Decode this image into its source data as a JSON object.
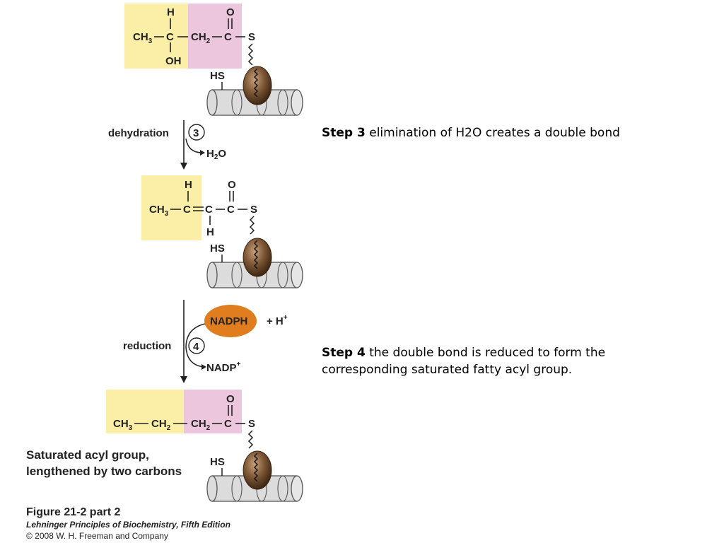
{
  "diagram": {
    "molecule1": {
      "ch3": "CH",
      "ch3_sub": "3",
      "c_alpha": "C",
      "h_top": "H",
      "oh": "OH",
      "ch2": "CH",
      "ch2_sub": "2",
      "c_carbonyl": "C",
      "o": "O",
      "s": "S",
      "hs": "HS"
    },
    "step3": {
      "reaction": "dehydration",
      "number": "3",
      "product": "H",
      "product_sub": "2",
      "product_end": "O"
    },
    "molecule2": {
      "ch3": "CH",
      "ch3_sub": "3",
      "c1": "C",
      "c2": "C",
      "c3": "C",
      "h_top": "H",
      "h_bottom": "H",
      "o": "O",
      "s": "S",
      "hs": "HS"
    },
    "step4": {
      "reaction": "reduction",
      "number": "4",
      "nadph": "NADPH",
      "h_plus": "+ H",
      "h_plus_sup": "+",
      "nadp": "NADP",
      "nadp_sup": "+"
    },
    "molecule3": {
      "ch3": "CH",
      "ch3_sub": "3",
      "ch2a": "CH",
      "ch2a_sub": "2",
      "ch2b": "CH",
      "ch2b_sub": "2",
      "c_carbonyl": "C",
      "o": "O",
      "s": "S",
      "hs": "HS"
    },
    "caption_line1": "Saturated acyl group,",
    "caption_line2": "lengthened by two carbons",
    "figure_label": "Figure 21-2 part 2",
    "book_title": "Lehninger Principles of Biochemistry, Fifth Edition",
    "copyright": "© 2008 W. H. Freeman and Company"
  },
  "steps": [
    {
      "label": "Step 3",
      "text": " elimination of H2O creates a double bond"
    },
    {
      "label": "Step 4",
      "text": " the double bond is reduced to form the corresponding saturated fatty acyl group."
    }
  ],
  "colors": {
    "yellow_box": "#fbeea6",
    "pink_box": "#ebc6dc",
    "nadph_fill": "#e07d1e",
    "enzyme_fill": "#6b4a2c",
    "cylinder_fill": "#dcdcdc"
  }
}
